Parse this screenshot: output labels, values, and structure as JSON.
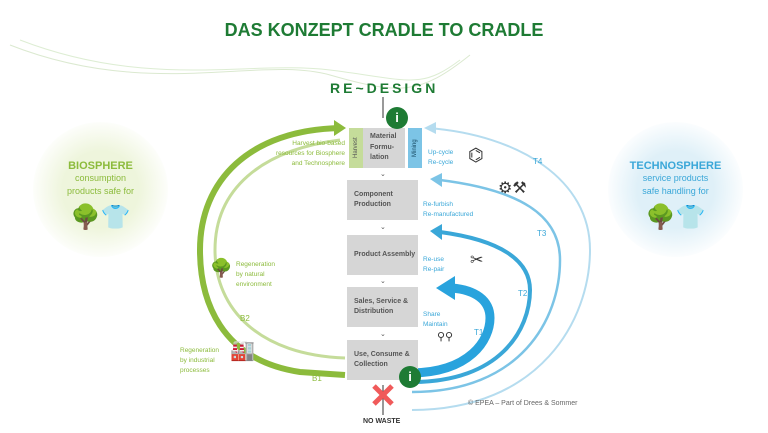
{
  "title": "DAS KONZEPT CRADLE TO CRADLE",
  "redesign": "RE~DESIGN",
  "info_icon": "i",
  "biosphere": {
    "title": "BIOSPHERE",
    "lines": [
      "consumption",
      "products safe for"
    ]
  },
  "technosphere": {
    "title": "TECHNOSPHERE",
    "lines": [
      "service products",
      "safe handling for"
    ]
  },
  "strips": {
    "harvest": "Harvest",
    "mining": "Mining"
  },
  "stages": [
    "Material Formu- lation",
    "Component Production",
    "Product Assembly",
    "Sales, Service & Distribution",
    "Use, Consume & Collection"
  ],
  "chevron": "⌄",
  "bio_labels": {
    "harvest": [
      "Harvest bio-based",
      "resources for Biosphere",
      "and Technosphere"
    ],
    "natural": [
      "Regeneration",
      "by natural",
      "environment"
    ],
    "industrial": [
      "Regeneration",
      "by industrial",
      "processes"
    ],
    "b1": "B1",
    "b2": "B2"
  },
  "tech_labels": {
    "upcycle": [
      "Up-cycle",
      "Re-cycle"
    ],
    "refurbish": [
      "Re-furbish",
      "Re-manufactured"
    ],
    "reuse": [
      "Re-use",
      "Re-pair"
    ],
    "share": [
      "Share",
      "Maintain"
    ],
    "t1": "T1",
    "t2": "T2",
    "t3": "T3",
    "t4": "T4"
  },
  "no_waste": "NO WASTE",
  "copyright": "© EPEA – Part of Drees & Sommer",
  "colors": {
    "dark_green": "#1e7b34",
    "bio_green": "#8cbb3c",
    "techno_blue": "#3aa7d8",
    "red": "#f05a5a"
  }
}
